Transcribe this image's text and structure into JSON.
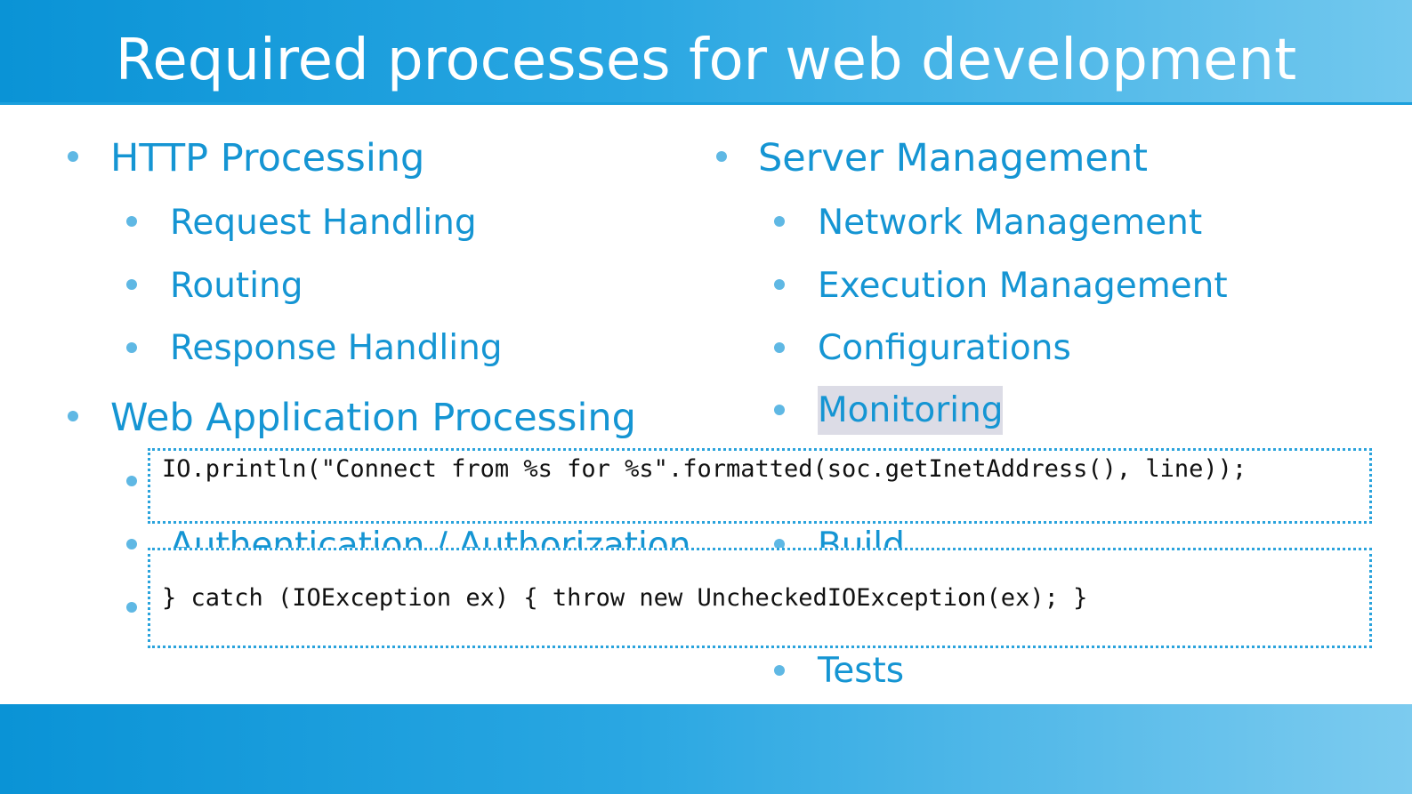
{
  "slide": {
    "title": "Required processes for web development"
  },
  "left_column": {
    "heading1": "HTTP Processing",
    "http_items": [
      "Request Handling",
      "Routing",
      "Response Handling"
    ],
    "heading2": "Web Application Processing",
    "webapp_items_visible": [
      "Authentication / Authorization"
    ]
  },
  "right_column": {
    "heading": "Server Management",
    "items": [
      "Network Management",
      "Execution Management",
      "Configurations",
      "Monitoring"
    ],
    "lower_items": [
      "Build",
      "Tests"
    ]
  },
  "code_popups": [
    {
      "code": "IO.println(\"Connect from %s for %s\".formatted(soc.getInetAddress(), line));"
    },
    {
      "code": "} catch (IOException ex) { throw new UncheckedIOException(ex); }"
    }
  ],
  "colors": {
    "accent": "#1595d3",
    "bullet": "#5fb8e4",
    "highlight": "#dcdce6",
    "code_border": "#2aa3dc"
  }
}
